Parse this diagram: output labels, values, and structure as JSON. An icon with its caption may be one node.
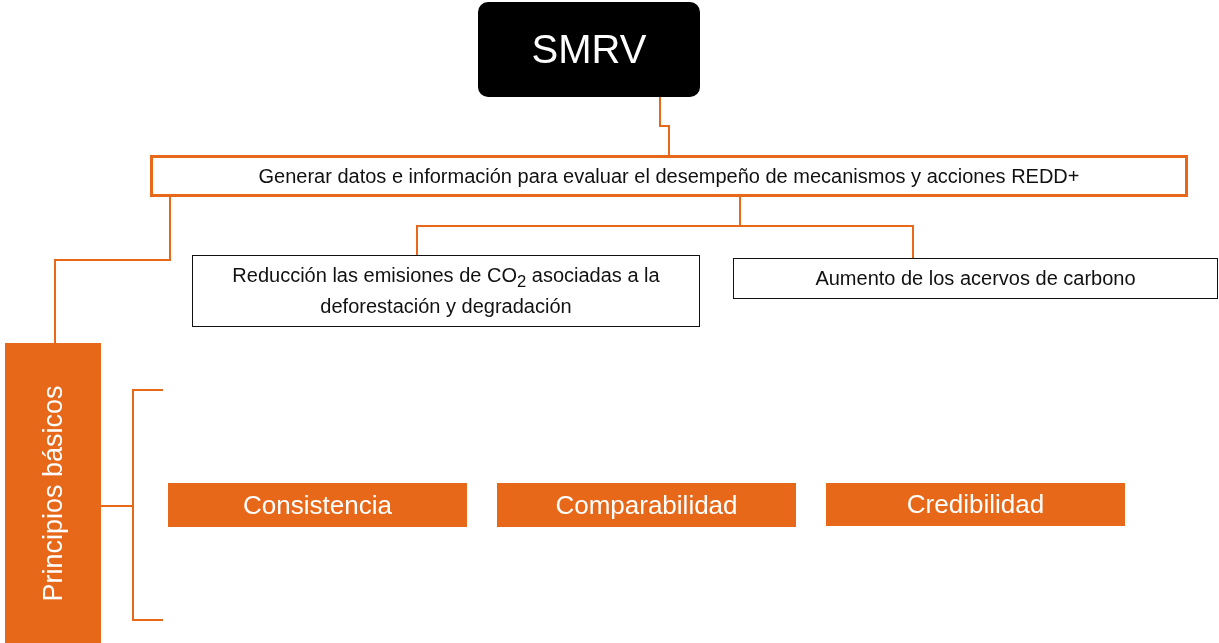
{
  "diagram": {
    "nodes": [
      {
        "text": [
          "SMRV"
        ]
      },
      {
        "text": [
          "Generar datos e información para evaluar el desempeño de mecanismos y acciones REDD+"
        ]
      },
      {
        "text": [
          "Reducción las emisiones de CO$_{2}$ asociadas a la deforestación y degradación"
        ]
      },
      {
        "text": [
          "Aumento de los acervos de carbono"
        ]
      },
      {
        "text": [
          "Principios básicos"
        ]
      },
      {
        "text": [
          "Consistencia"
        ]
      },
      {
        "text": [
          "Comparabilidad"
        ]
      },
      {
        "text": [
          "Credibilidad"
        ]
      }
    ],
    "edges": [
      {
        "from": 0,
        "to": 1,
        "arrow": "none"
      },
      {
        "from": 1,
        "to": 2,
        "arrow": "none"
      },
      {
        "from": 1,
        "to": 3,
        "arrow": "none"
      },
      {
        "from": 1,
        "to": 4,
        "arrow": "none"
      }
    ]
  }
}
